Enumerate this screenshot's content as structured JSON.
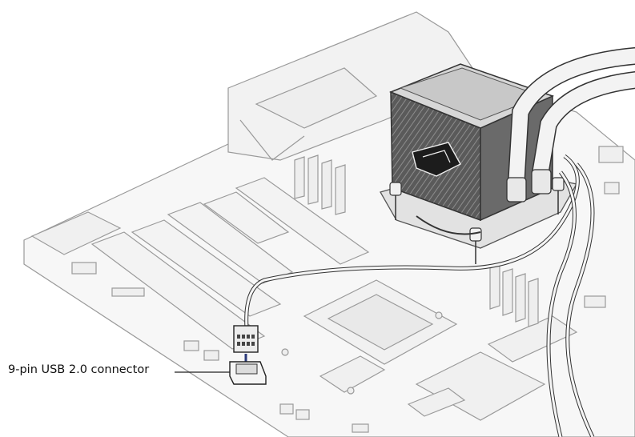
{
  "figure": {
    "callout_label": "9-pin USB 2.0 connector",
    "colors": {
      "outline": "#8a8a8a",
      "board_fill": "#f6f6f6",
      "cable": "#2a2a2a",
      "cooler_dark": "#4a4a4a",
      "cooler_light": "#cfcfcf",
      "arrow": "#2b3a7a"
    },
    "icons": [
      "motherboard",
      "aio-pump-cooler",
      "usb-2-header",
      "usb-cable",
      "insert-arrow",
      "rog-logo"
    ]
  }
}
